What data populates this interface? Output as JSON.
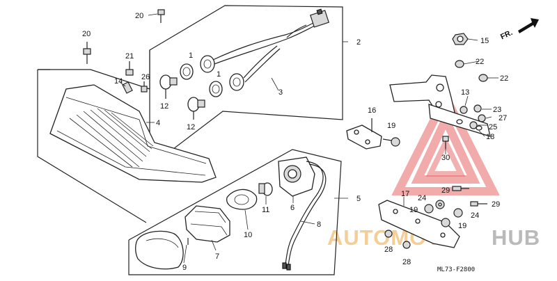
{
  "direction_label": "FR.",
  "diagram_code": "ML73-F2800",
  "watermark": {
    "part1": "AUTOMOTO",
    "part2": "HUB",
    "color1": "#f0b35a",
    "color2": "#9a9a9a",
    "triangle_color": "#e24a4a"
  },
  "callouts": {
    "c20a": "20",
    "c20b": "20",
    "c21": "21",
    "c14": "14",
    "c26": "26",
    "c1a": "1",
    "c1b": "1",
    "c2": "2",
    "c3": "3",
    "c4": "4",
    "c12a": "12",
    "c12b": "12",
    "c5": "5",
    "c6": "6",
    "c7": "7",
    "c8": "8",
    "c9": "9",
    "c10": "10",
    "c11": "11",
    "c15": "15",
    "c22a": "22",
    "c22b": "22",
    "c13": "13",
    "c23": "23",
    "c27": "27",
    "c25": "25",
    "c18": "18",
    "c16": "16",
    "c19a": "19",
    "c30": "30",
    "c17": "17",
    "c29a": "29",
    "c29b": "29",
    "c24a": "24",
    "c24b": "24",
    "c19b": "19",
    "c19c": "19",
    "c28a": "28",
    "c28b": "28"
  }
}
